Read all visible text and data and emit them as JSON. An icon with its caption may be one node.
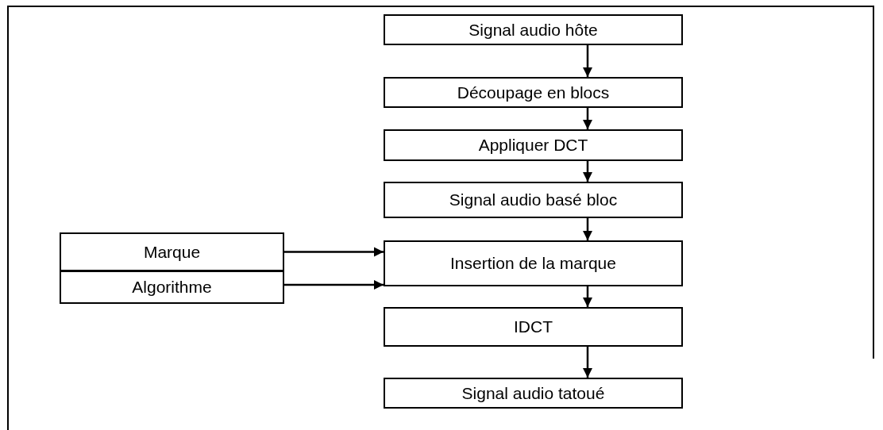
{
  "diagram": {
    "nodes": [
      {
        "text": [
          "Signal audio hôte"
        ]
      },
      {
        "text": [
          "Découpage en blocs"
        ]
      },
      {
        "text": [
          "Appliquer DCT"
        ]
      },
      {
        "text": [
          "Signal audio basé bloc"
        ]
      },
      {
        "text": [
          "Marque"
        ]
      },
      {
        "text": [
          "Insertion de la marque"
        ]
      },
      {
        "text": [
          "Algorithme"
        ]
      },
      {
        "text": [
          "IDCT"
        ]
      },
      {
        "text": [
          "Signal audio tatoué"
        ]
      }
    ],
    "edges": [
      {
        "from": 0,
        "to": 1,
        "arrow": "to"
      },
      {
        "from": 1,
        "to": 2,
        "arrow": "to"
      },
      {
        "from": 2,
        "to": 3,
        "arrow": "to"
      },
      {
        "from": 3,
        "to": 5,
        "arrow": "to"
      },
      {
        "from": 4,
        "to": 5,
        "arrow": "to"
      },
      {
        "from": 6,
        "to": 5,
        "arrow": "to"
      },
      {
        "from": 5,
        "to": 7,
        "arrow": "to"
      },
      {
        "from": 7,
        "to": 8,
        "arrow": "to"
      }
    ]
  }
}
